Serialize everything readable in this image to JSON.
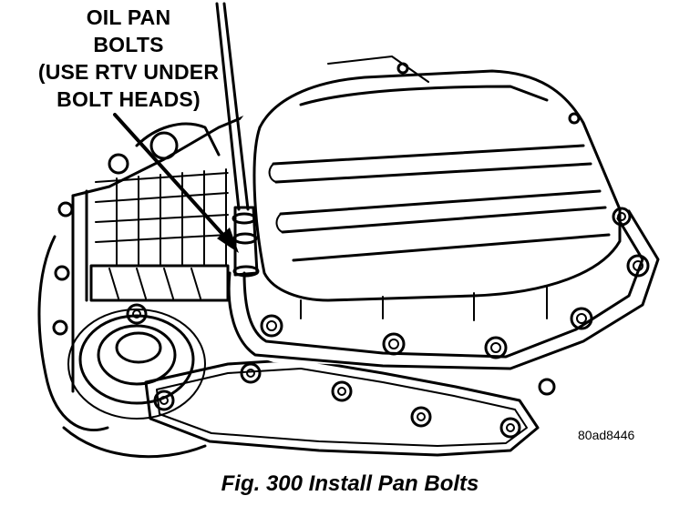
{
  "callout": {
    "lines": [
      "OIL PAN",
      "BOLTS",
      "(USE RTV UNDER",
      "BOLT HEADS)"
    ]
  },
  "figure_ref": "80ad8446",
  "caption": "Fig. 300 Install Pan Bolts",
  "colors": {
    "ink": "#000000",
    "paper": "#ffffff"
  }
}
